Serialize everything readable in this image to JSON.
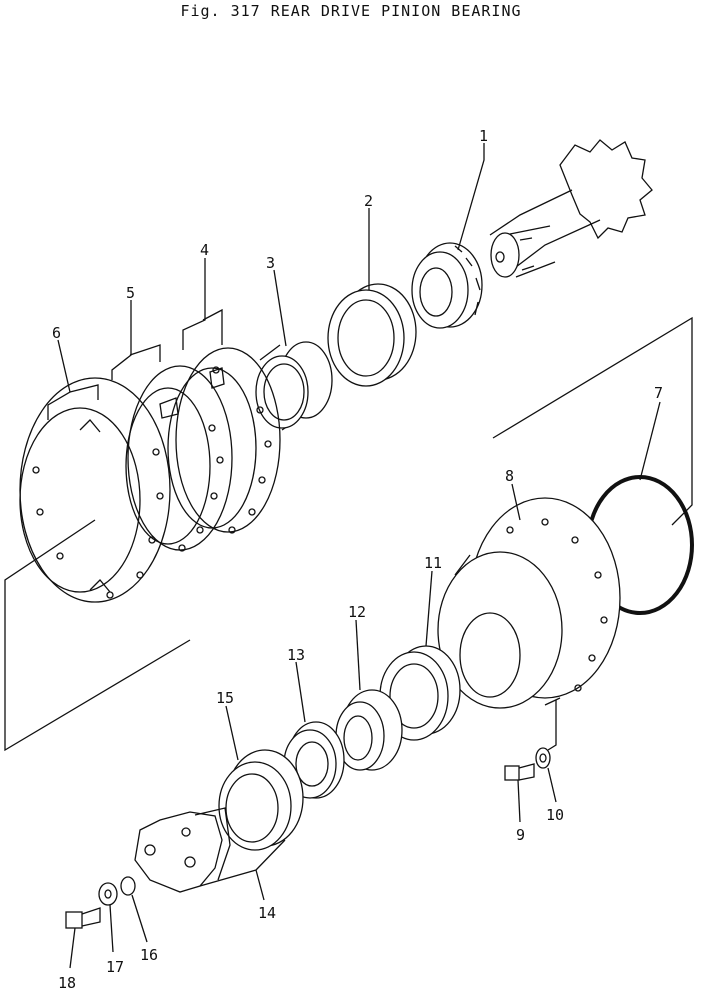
{
  "figure": {
    "title": "Fig. 317 REAR DRIVE PINION BEARING"
  },
  "parts": [
    {
      "id": "part-1",
      "number": "1"
    },
    {
      "id": "part-2",
      "number": "2"
    },
    {
      "id": "part-3",
      "number": "3"
    },
    {
      "id": "part-4",
      "number": "4"
    },
    {
      "id": "part-5",
      "number": "5"
    },
    {
      "id": "part-6",
      "number": "6"
    },
    {
      "id": "part-7",
      "number": "7"
    },
    {
      "id": "part-8",
      "number": "8"
    },
    {
      "id": "part-9",
      "number": "9"
    },
    {
      "id": "part-10",
      "number": "10"
    },
    {
      "id": "part-11",
      "number": "11"
    },
    {
      "id": "part-12",
      "number": "12"
    },
    {
      "id": "part-13",
      "number": "13"
    },
    {
      "id": "part-14",
      "number": "14"
    },
    {
      "id": "part-15",
      "number": "15"
    },
    {
      "id": "part-16",
      "number": "16"
    },
    {
      "id": "part-17",
      "number": "17"
    },
    {
      "id": "part-18",
      "number": "18"
    }
  ]
}
